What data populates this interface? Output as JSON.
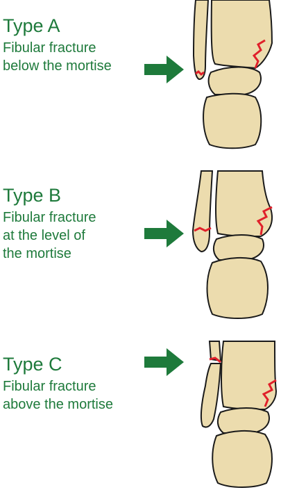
{
  "panels": [
    {
      "title": "Type A",
      "lines": [
        "Fibular fracture",
        "below the mortise"
      ]
    },
    {
      "title": "Type B",
      "lines": [
        "Fibular fracture",
        "at the level of",
        "the mortise"
      ]
    },
    {
      "title": "Type C",
      "lines": [
        "Fibular fracture",
        "above the mortise"
      ]
    }
  ],
  "colors": {
    "text": "#1e7a3b",
    "arrow": "#1e7a3b",
    "bone": "#ecdcae",
    "outline": "#1a1a1a",
    "fracture": "#e0202a"
  },
  "icons": [
    "arrow-right-icon",
    "ankle-bone-illustration"
  ]
}
